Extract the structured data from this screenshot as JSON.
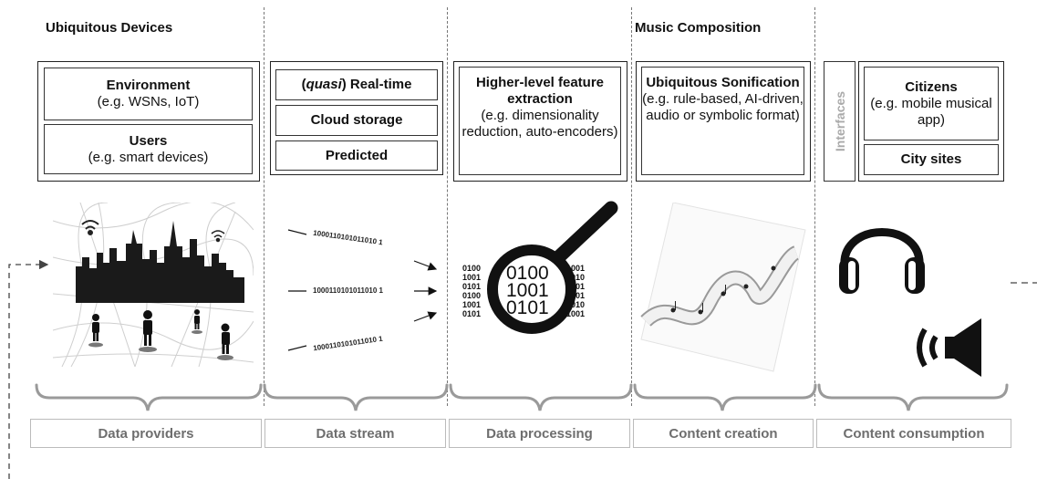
{
  "stage_titles": {
    "providers": "Ubiquitous Devices",
    "music": "Music Composition"
  },
  "providers": {
    "environment": {
      "title": "Environment",
      "sub": "(e.g. WSNs, IoT)"
    },
    "users": {
      "title": "Users",
      "sub": "(e.g. smart devices)"
    }
  },
  "stream": {
    "realtime_italic": "quasi",
    "realtime_prefix": "(",
    "realtime_suffix": ") Real-time",
    "cloud": "Cloud storage",
    "predicted": "Predicted",
    "binary": "1000110101011010 1"
  },
  "processing": {
    "title": "Higher-level feature extraction",
    "sub": "(e.g. dimensionality reduction, auto-encoders)",
    "bits": [
      "0100",
      "1001",
      "0101",
      "0100"
    ]
  },
  "creation": {
    "title": "Ubiquitous Sonification",
    "sub": "(e.g. rule-based, AI-driven, audio or symbolic format)"
  },
  "consumption": {
    "interfaces": "Interfaces",
    "citizens": {
      "title": "Citizens",
      "sub": "(e.g. mobile musical app)"
    },
    "city_sites": "City sites"
  },
  "bottom_labels": [
    "Data providers",
    "Data stream",
    "Data processing",
    "Content creation",
    "Content consumption"
  ],
  "colors": {
    "label_text": "#6e6e6e",
    "brace": "#999999",
    "dashed": "#777777"
  }
}
